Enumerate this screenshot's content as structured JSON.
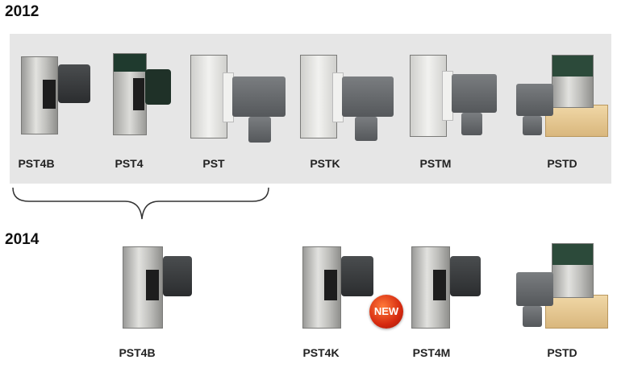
{
  "years": {
    "before": "2012",
    "after": "2014"
  },
  "products_2012": [
    "PST4B",
    "PST4",
    "PST",
    "PSTK",
    "PSTM",
    "PSTD"
  ],
  "products_2014": [
    "PST4B",
    "PST4K",
    "PST4M",
    "PSTD"
  ],
  "badge": "NEW"
}
